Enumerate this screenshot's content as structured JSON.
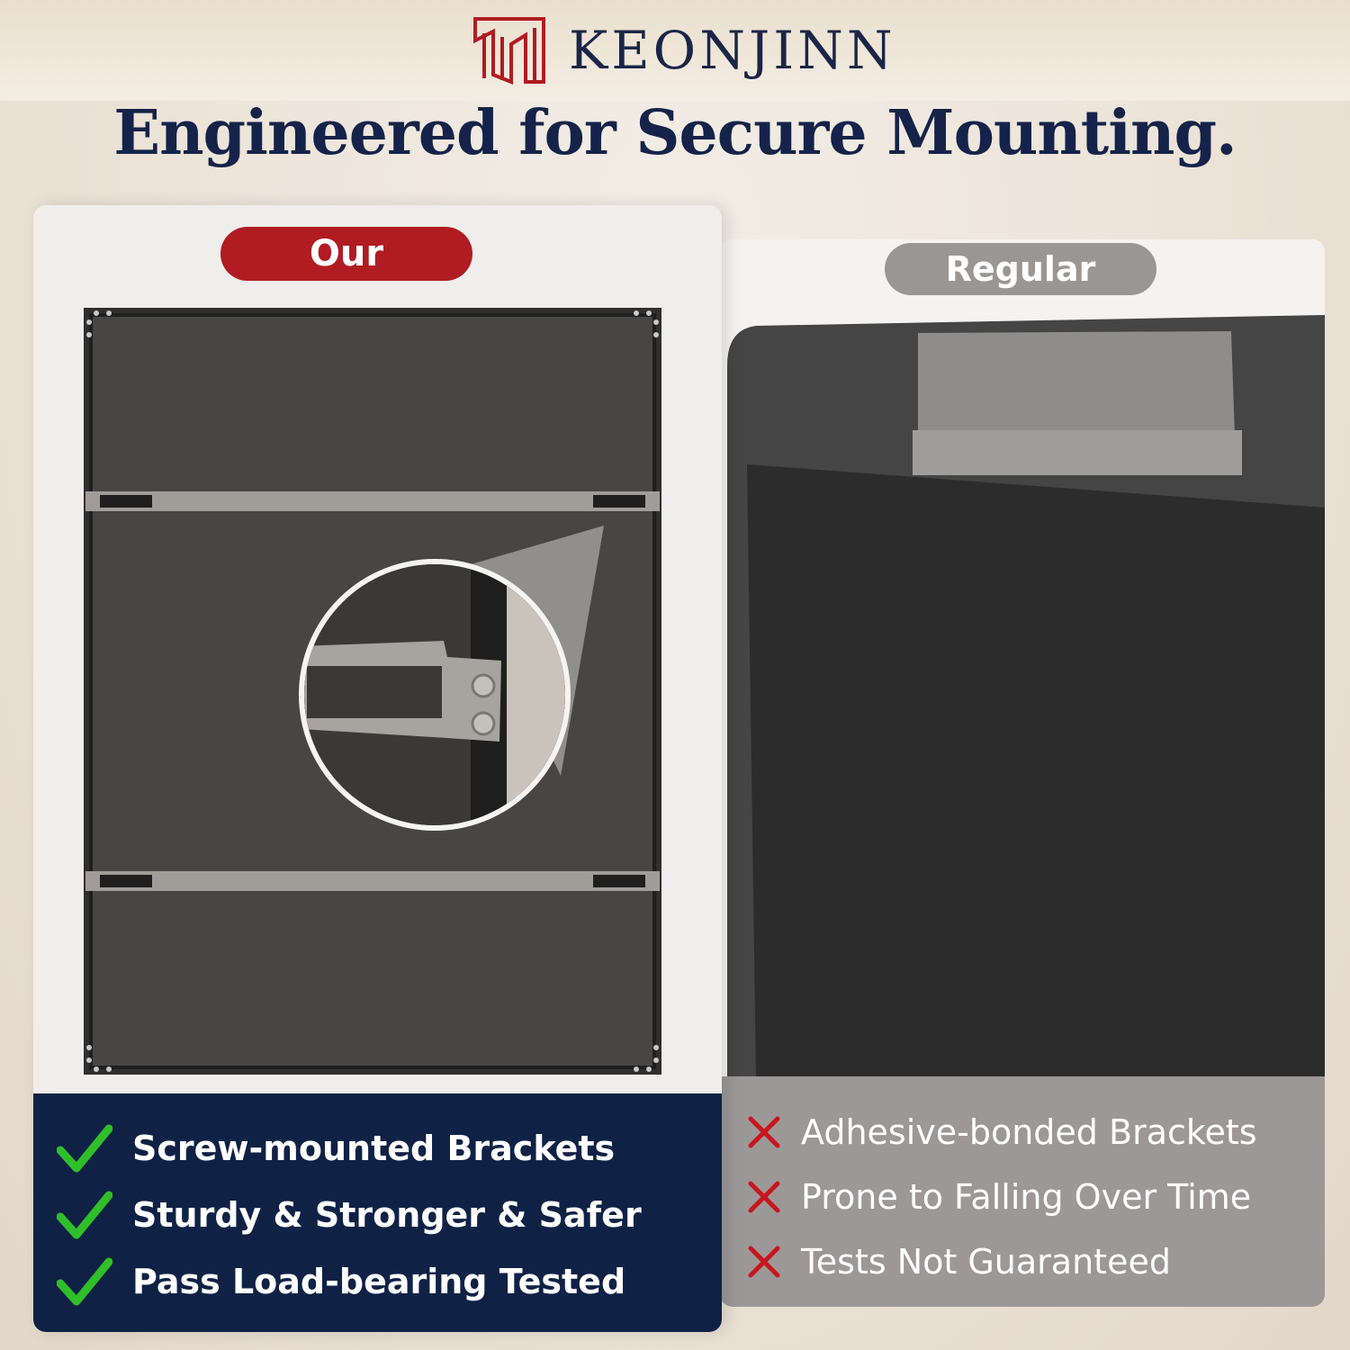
{
  "brand": {
    "name": "KEONJINN",
    "accent_color": "#b01c22",
    "navy_color": "#15234a"
  },
  "headline": "Engineered for Secure Mounting.",
  "our": {
    "badge": "Our",
    "features": [
      {
        "icon": "check-icon",
        "text": "Screw-mounted Brackets"
      },
      {
        "icon": "check-icon",
        "text": "Sturdy & Stronger & Safer"
      },
      {
        "icon": "check-icon",
        "text": "Pass Load-bearing Tested"
      }
    ]
  },
  "regular": {
    "badge": "Regular",
    "drawbacks": [
      {
        "icon": "x-icon",
        "text": "Adhesive-bonded Brackets"
      },
      {
        "icon": "x-icon",
        "text": "Prone to Falling Over Time"
      },
      {
        "icon": "x-icon",
        "text": "Tests Not Guaranteed"
      }
    ]
  }
}
